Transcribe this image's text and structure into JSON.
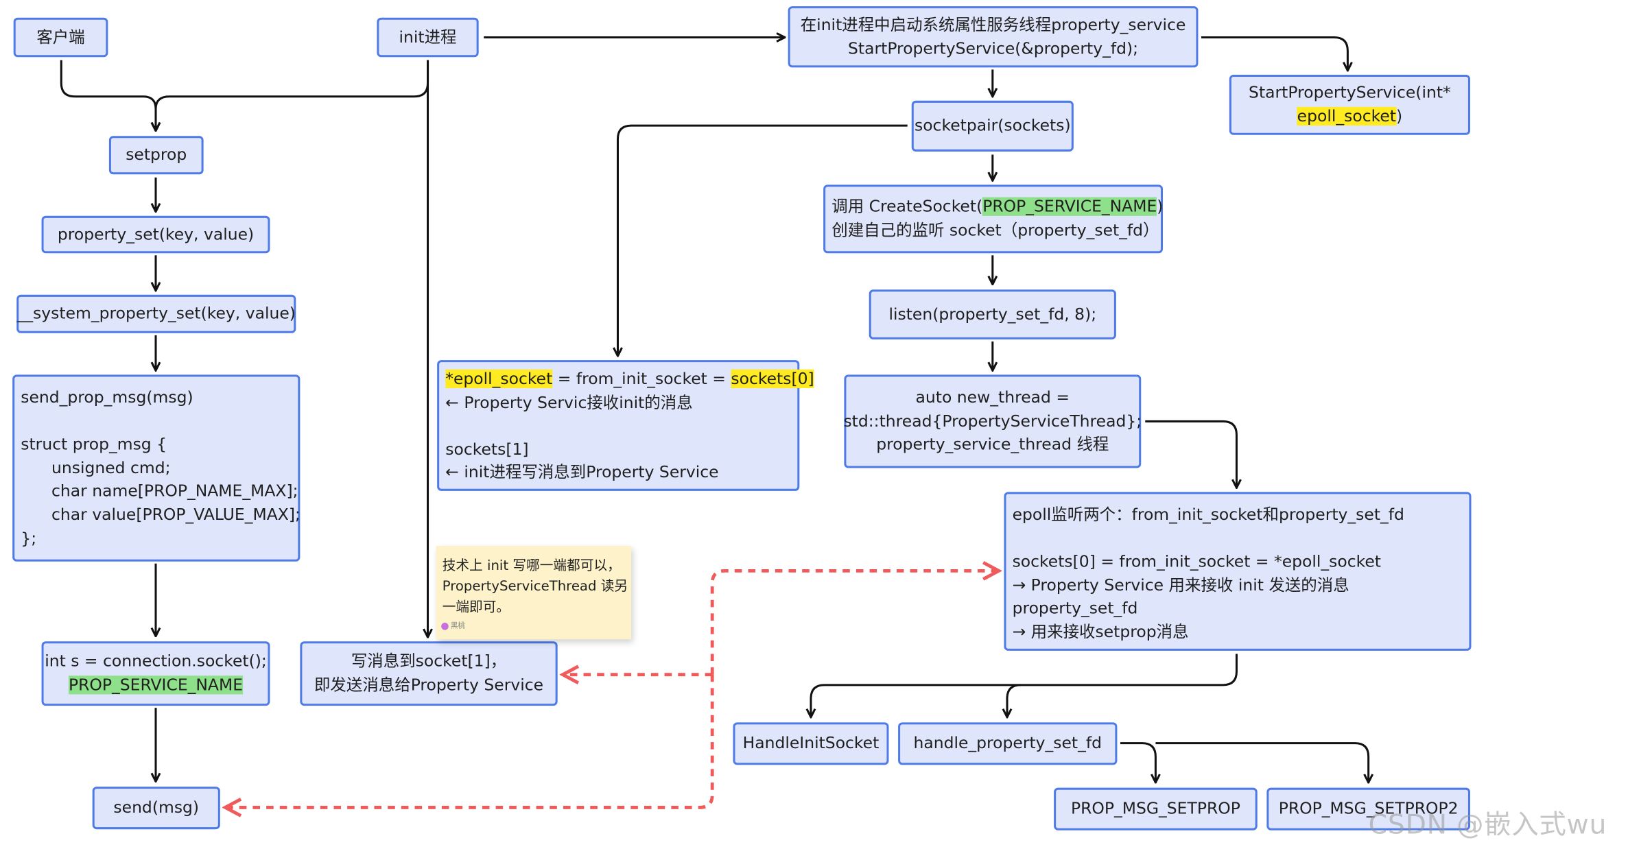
{
  "colors": {
    "node_fill": "#dfe6fb",
    "node_border": "#4f7be8",
    "arrow": "#111111",
    "dashed_arrow": "#f05a5a",
    "highlight_yellow": "#ffeb1f",
    "highlight_green": "#8fe08a",
    "note_fill": "#fdf2c9"
  },
  "nodes": {
    "client": {
      "lines": [
        "客户端"
      ]
    },
    "init": {
      "lines": [
        "init进程"
      ]
    },
    "start_prop_service": {
      "lines": [
        "在init进程中启动系统属性服务线程property_service",
        "StartPropertyService(&property_fd);"
      ]
    },
    "start_prop_service_sig": {
      "lines": [
        "StartPropertyService(int*",
        "epoll_socket",
        ")"
      ]
    },
    "setprop": {
      "lines": [
        "setprop"
      ]
    },
    "property_set": {
      "lines": [
        "property_set(key, value)"
      ]
    },
    "system_property_set": {
      "lines": [
        "__system_property_set(key, value)"
      ]
    },
    "send_prop_msg": {
      "lines": [
        "send_prop_msg(msg)",
        "",
        "struct prop_msg {",
        "      unsigned cmd;",
        "      char name[PROP_NAME_MAX];",
        "      char value[PROP_VALUE_MAX];",
        "};"
      ]
    },
    "socket_conn": {
      "lines": [
        "int s = connection.socket();",
        "PROP_SERVICE_NAME"
      ]
    },
    "send_msg": {
      "lines": [
        "send(msg)"
      ]
    },
    "socketpair": {
      "lines": [
        "socketpair(sockets)"
      ]
    },
    "epoll_socket_box": {
      "line1": {
        "a": "*epoll_socket",
        "b": " = from_init_socket = ",
        "c": "sockets[0]"
      },
      "lines": [
        "← Property Servic接收init的消息",
        "",
        "sockets[1]",
        "← init进程写消息到Property Service"
      ]
    },
    "write_socket": {
      "lines": [
        "写消息到socket[1]，",
        "即发送消息给Property Service"
      ]
    },
    "create_socket": {
      "line1": {
        "a": "调用 CreateSocket(",
        "b": "PROP_SERVICE_NAME",
        "c": ")"
      },
      "line2": "创建自己的监听 socket（property_set_fd）"
    },
    "listen": {
      "lines": [
        "listen(property_set_fd, 8);"
      ]
    },
    "new_thread": {
      "lines": [
        "auto new_thread =",
        "std::thread{PropertyServiceThread};",
        "property_service_thread 线程"
      ]
    },
    "epoll_listen": {
      "lines": [
        "epoll监听两个：from_init_socket和property_set_fd",
        "",
        "sockets[0] = from_init_socket = *epoll_socket",
        "→ Property Service 用来接收 init 发送的消息",
        "property_set_fd",
        "→ 用来接收setprop消息"
      ]
    },
    "handle_init_socket": {
      "lines": [
        "HandleInitSocket"
      ]
    },
    "handle_property_set_fd": {
      "lines": [
        "handle_property_set_fd"
      ]
    },
    "prop_msg_setprop": {
      "lines": [
        "PROP_MSG_SETPROP"
      ]
    },
    "prop_msg_setprop2": {
      "lines": [
        "PROP_MSG_SETPROP2"
      ]
    }
  },
  "note": {
    "lines": [
      "技术上 init 写哪一端都可以，",
      "PropertyServiceThread 读另",
      "一端即可。"
    ],
    "author": "黑桃"
  },
  "watermark": "CSDN @嵌入式wu"
}
